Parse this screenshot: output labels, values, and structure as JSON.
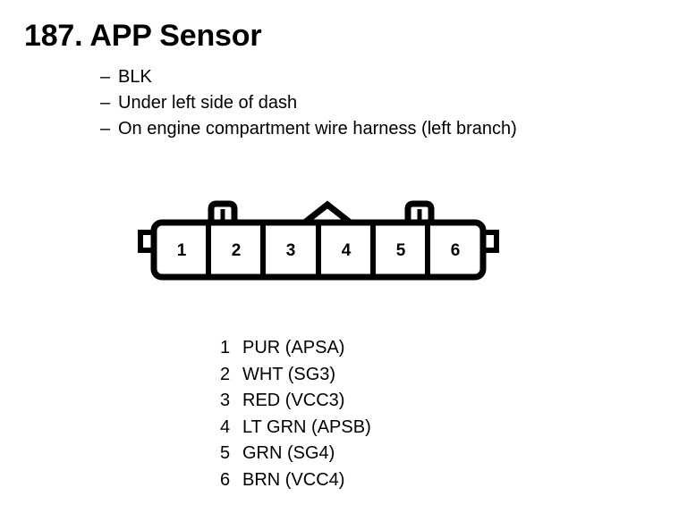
{
  "page": {
    "title": "187. APP Sensor",
    "background_color": "#ffffff",
    "ink_color": "#000000"
  },
  "description": {
    "dash": "–",
    "items": [
      "BLK",
      "Under left side of dash",
      "On engine compartment wire harness (left branch)"
    ]
  },
  "connector": {
    "pin_count": 6,
    "pin_numbers": [
      "1",
      "2",
      "3",
      "4",
      "5",
      "6"
    ],
    "features": {
      "left_tab": "side-nub",
      "right_tab": "side-nub",
      "top_tab_left": "latch-tab-over-pin-1-2-divider",
      "top_tab_right": "latch-tab-over-pin-5-6-divider",
      "top_center": "triangular-keyway-notch"
    }
  },
  "pin_legend": {
    "rows": [
      {
        "num": "1",
        "label": "PUR (APSA)"
      },
      {
        "num": "2",
        "label": "WHT (SG3)"
      },
      {
        "num": "3",
        "label": "RED (VCC3)"
      },
      {
        "num": "4",
        "label": "LT GRN (APSB)"
      },
      {
        "num": "5",
        "label": "GRN (SG4)"
      },
      {
        "num": "6",
        "label": "BRN (VCC4)"
      }
    ]
  }
}
